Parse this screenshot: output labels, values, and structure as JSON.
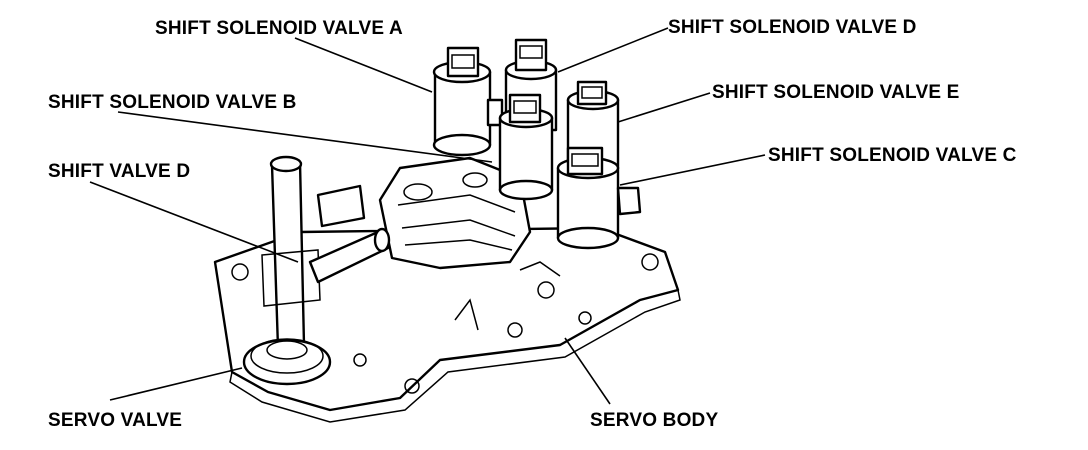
{
  "labels": {
    "solenoid_a": "SHIFT SOLENOID VALVE A",
    "solenoid_b": "SHIFT SOLENOID VALVE B",
    "solenoid_c": "SHIFT SOLENOID VALVE C",
    "solenoid_d": "SHIFT SOLENOID VALVE D",
    "solenoid_e": "SHIFT SOLENOID VALVE E",
    "shift_valve_d": "SHIFT VALVE D",
    "servo_valve": "SERVO VALVE",
    "servo_body": "SERVO BODY"
  }
}
